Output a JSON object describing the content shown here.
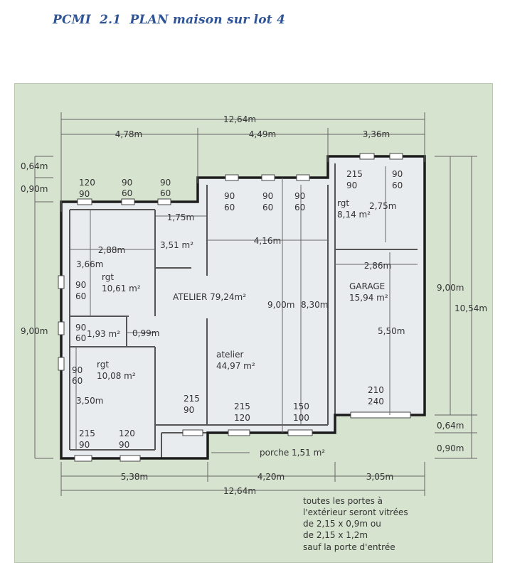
{
  "title": "PCMI  2.1  PLAN maison sur lot 4",
  "colors": {
    "title": "#2f5496",
    "panel_bg": "#d6e3cf",
    "room_fill": "#e8ecef",
    "wall": "#1c1c1c"
  },
  "dimensions": {
    "total_width_top": "12,64m",
    "seg_top_left": "4,78m",
    "seg_top_mid": "4,49m",
    "seg_top_right": "3,36m",
    "left_064": "0,64m",
    "left_090": "0,90m",
    "left_900": "9,00m",
    "right_900": "9,00m",
    "right_1054": "10,54m",
    "right_064": "0,64m",
    "right_090": "0,90m",
    "seg_bottom_left": "5,38m",
    "seg_bottom_mid": "4,20m",
    "seg_bottom_right": "3,05m",
    "total_width_bottom": "12,64m",
    "in_175": "1,75m",
    "in_288": "2,88m",
    "in_366": "3,66m",
    "in_416": "4,16m",
    "in_275": "2,75m",
    "in_286": "2,86m",
    "in_900": "9,00m",
    "in_830": "8,30m",
    "in_550": "5,50m",
    "in_350": "3,50m",
    "in_099": "0,99m"
  },
  "rooms": {
    "rgt_a_name": "rgt",
    "rgt_a_area": "10,61 m²",
    "closet_area": "3,51 m²",
    "atelier_total": "ATELIER 79,24m²",
    "atelier_name": "atelier",
    "atelier_area": "44,97 m²",
    "rgt_b_name": "rgt",
    "rgt_b_area": "8,14 m²",
    "garage_name": "GARAGE",
    "garage_area": "15,94 m²",
    "wc_area": "1,93 m²",
    "rgt_c_name": "rgt",
    "rgt_c_area": "10,08 m²",
    "porche": "porche 1,51 m²"
  },
  "openings": {
    "o1": [
      "120",
      "90"
    ],
    "o2": [
      "90",
      "60"
    ],
    "o3": [
      "90",
      "60"
    ],
    "o4": [
      "90",
      "60"
    ],
    "o5": [
      "90",
      "60"
    ],
    "o6": [
      "90",
      "60"
    ],
    "o7": [
      "215",
      "90"
    ],
    "o8": [
      "90",
      "60"
    ],
    "o9": [
      "90",
      "60"
    ],
    "o10": [
      "90",
      "60"
    ],
    "o11": [
      "90",
      "60"
    ],
    "o12": [
      "215",
      "90"
    ],
    "o13": [
      "215",
      "120"
    ],
    "o14": [
      "150",
      "100"
    ],
    "o15": [
      "210",
      "240"
    ],
    "o16": [
      "215",
      "90"
    ],
    "o17": [
      "120",
      "90"
    ]
  },
  "note": [
    "toutes les portes à",
    "l'extérieur seront vitrées",
    "de 2,15 x 0,9m ou",
    "de 2,15 x 1,2m",
    "sauf la porte d'entrée"
  ]
}
